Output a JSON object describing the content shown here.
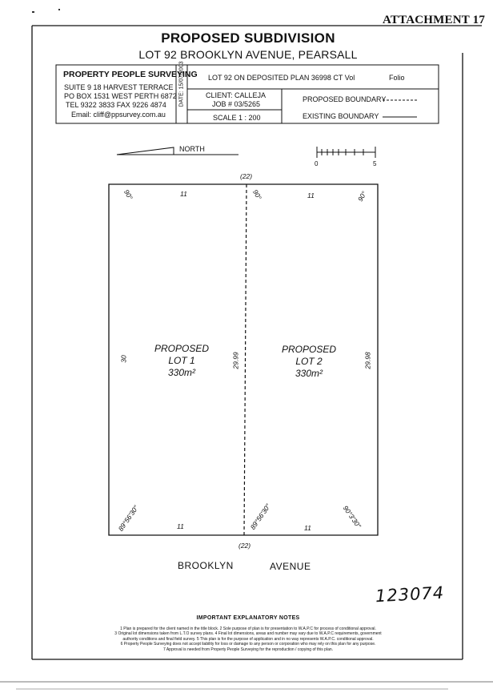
{
  "header": {
    "attachment": "ATTACHMENT 17"
  },
  "title": {
    "main": "PROPOSED SUBDIVISION",
    "sub": "LOT 92 BROOKLYN AVENUE, PEARSALL"
  },
  "title_block": {
    "firm": "PROPERTY PEOPLE SURVEYING",
    "address1": "SUITE 9 18 HARVEST TERRACE",
    "address2": "PO BOX 1531 WEST PERTH 6872",
    "phone": "TEL 9322 3833  FAX 9226 4874",
    "email": "Email: cliff@ppsurvey.com.au",
    "date": "DATE: 15/07/2003",
    "lot_plan": "LOT 92 ON DEPOSITED PLAN 36998  CT Vol",
    "folio": "Folio",
    "client": "CLIENT: CALLEJA",
    "job": "JOB # 03/5265",
    "scale": "SCALE 1 : 200",
    "proposed_boundary": "PROPOSED BOUNDARY",
    "existing_boundary": "EXISTING BOUNDARY"
  },
  "north": {
    "label": "NORTH"
  },
  "scale_bar": {
    "min": "0",
    "max": "5"
  },
  "plan": {
    "top_frontage": "(22)",
    "bottom_frontage": "(22)",
    "angle_tl": "90°",
    "angle_tm": "90°",
    "angle_tr": "90°",
    "angle_bl": "89°56'30\"",
    "angle_bm": "89°56'30\"",
    "angle_br": "90°3'30\"",
    "top_left_width": "11",
    "top_right_width": "11",
    "bottom_left_width": "11",
    "bottom_right_width": "11",
    "left_depth": "30",
    "middle_depth": "29.99",
    "right_depth": "29.98",
    "lots": [
      {
        "label": "PROPOSED",
        "name": "LOT 1",
        "area": "330m²"
      },
      {
        "label": "PROPOSED",
        "name": "LOT 2",
        "area": "330m²"
      }
    ]
  },
  "street": {
    "word1": "BROOKLYN",
    "word2": "AVENUE"
  },
  "handwritten_ref": "123074",
  "notes": {
    "heading": "IMPORTANT EXPLANATORY NOTES",
    "lines": [
      "1 Plan is prepared for the client named in the title block. 2 Sole purpose of plan is for presentation to W.A.P.C for process of conditional approval.",
      "3 Original lot dimensions taken from L.T.O survey plans. 4 Final lot dimensions, areas and number may vary due to W.A.P.C requirements, government",
      "authority conditions and final field survey. 5 This plan is for the purpose of application and in no way represents W.A.P.C. conditional approval.",
      "6 Property People Surveying does not accept liability for loss or damage to any person or corporation who may rely on this plan for any purpose.",
      "7 Approval is needed from Property People Surveying for the reproduction / copying of this plan."
    ]
  }
}
